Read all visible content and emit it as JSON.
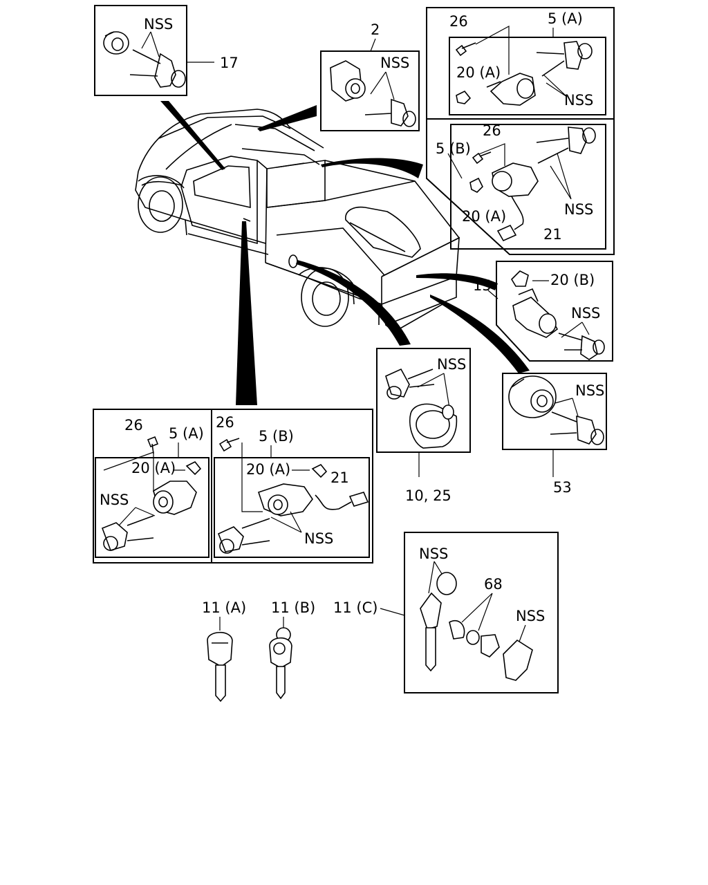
{
  "labels": {
    "l17": "17",
    "l17_nss": "NSS",
    "l2": "2",
    "l2_nss": "NSS",
    "ltr_26": "26",
    "ltr_5a": "5 (A)",
    "ltr_20a": "20 (A)",
    "ltr_nss": "NSS",
    "lmr_26": "26",
    "lmr_5b": "5 (B)",
    "lmr_20a": "20 (A)",
    "lmr_21": "21",
    "lmr_nss": "NSS",
    "l15": "15",
    "l15_20b": "20 (B)",
    "l15_nss": "NSS",
    "l1025": "10, 25",
    "l1025_nss": "NSS",
    "l53": "53",
    "l53_nss": "NSS",
    "bl_26": "26",
    "bl_5a": "5 (A)",
    "bl_20a": "20 (A)",
    "bl_nss": "NSS",
    "bm_26": "26",
    "bm_5b": "5 (B)",
    "bm_20a": "20 (A)",
    "bm_21": "21",
    "bm_nss": "NSS",
    "k11a": "11 (A)",
    "k11b": "11 (B)",
    "k11c": "11 (C)",
    "k11c_nss1": "NSS",
    "k11c_68": "68",
    "k11c_nss2": "NSS"
  },
  "colors": {
    "ink": "#000000",
    "paper": "#ffffff"
  }
}
